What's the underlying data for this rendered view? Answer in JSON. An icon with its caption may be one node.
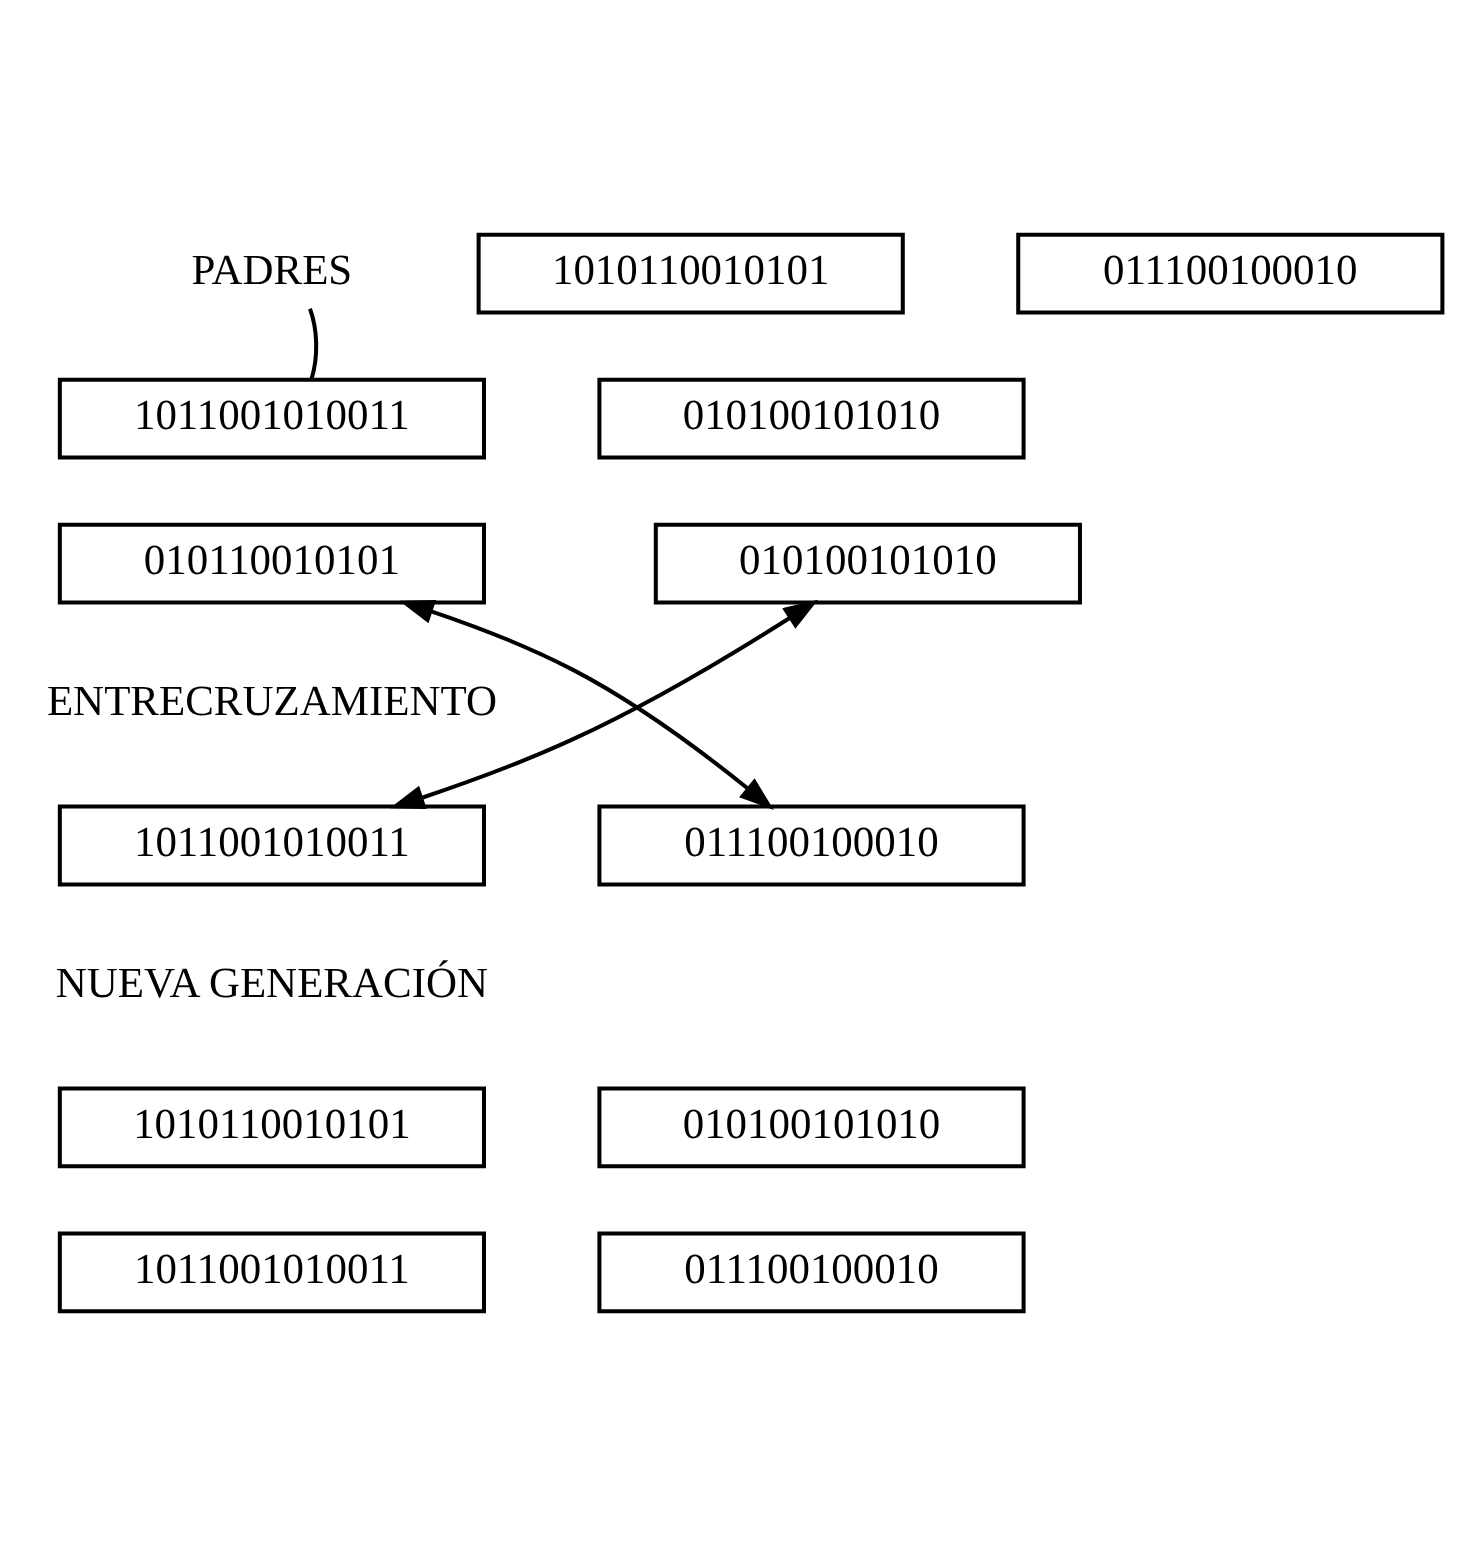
{
  "diagram": {
    "nodes": [
      {
        "text": [
          "PADRES"
        ]
      },
      {
        "text": [
          "1010110010101"
        ]
      },
      {
        "text": [
          "011100100010"
        ]
      },
      {
        "text": [
          "1011001010011"
        ]
      },
      {
        "text": [
          "010100101010"
        ]
      },
      {
        "text": [
          "010110010101"
        ]
      },
      {
        "text": [
          "010100101010"
        ]
      },
      {
        "text": [
          "1011001010011"
        ]
      },
      {
        "text": [
          "011100100010"
        ]
      },
      {
        "text": [
          "1010110010101"
        ]
      },
      {
        "text": [
          "010100101010"
        ]
      },
      {
        "text": [
          "1011001010011"
        ]
      },
      {
        "text": [
          "011100100010"
        ]
      }
    ],
    "edges": [
      {
        "from": 0,
        "to": 3,
        "arrow": "none"
      },
      {
        "from": 5,
        "to": 8,
        "arrow": "both"
      },
      {
        "from": 6,
        "to": 7,
        "arrow": "both"
      }
    ],
    "labels": [
      "ENTRECRUZAMIENTO",
      "NUEVA GENERACIÓN"
    ]
  }
}
